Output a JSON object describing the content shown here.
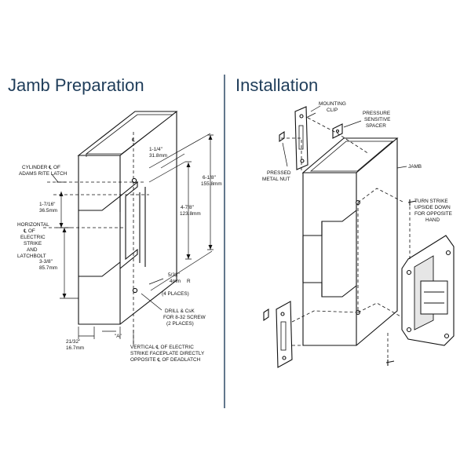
{
  "titles": {
    "left": "Jamb Preparation",
    "right": "Installation"
  },
  "colors": {
    "title": "#1f3d5a",
    "divider": "#1f3d5a",
    "line": "#111111"
  },
  "jamb_labels": {
    "cylinder": [
      "CYLINDER ℄ OF",
      "ADAMS RITE LATCH"
    ],
    "dim_1_7_16": [
      "1-7/16\"",
      "36.5mm"
    ],
    "horizontal": [
      "HORIZONTAL",
      "℄ OF",
      "ELECTRIC",
      "STRIKE",
      "AND",
      "LATCHBOLT"
    ],
    "dim_3_3_8": [
      "3-3/8\"",
      "85.7mm"
    ],
    "dim_21_32": [
      "21/32\"",
      "16.7mm"
    ],
    "dim_a": "\"A\"",
    "vertical": [
      "VERTICAL ℄ OF ELECTRIC",
      "STRIKE FACEPLATE DIRECTLY",
      "OPPOSITE ℄ OF DEADLATCH"
    ],
    "dim_1_1_4": [
      "1-1/4\"",
      "31.8mm"
    ],
    "dim_6_1_8": [
      "6-1/8\"",
      "155.8mm"
    ],
    "dim_4_7_8": [
      "4-7/8\"",
      "123.8mm"
    ],
    "dim_5_32": [
      "5/32\"",
      "4mm",
      "R",
      "(4 PLACES)"
    ],
    "drill": [
      "DRILL & CsK",
      "FOR 8-32 SCREW",
      "(2 PLACES)"
    ],
    "cl_mark": "℄"
  },
  "install_labels": {
    "mounting_clip": [
      "MOUNTING",
      "CLIP"
    ],
    "pressure_spacer": [
      "PRESSURE",
      "SENSITIVE",
      "SPACER"
    ],
    "pressed_nut": [
      "PRESSED",
      "METAL NUT"
    ],
    "jamb": "JAMB",
    "turn_strike": [
      "TURN STRIKE",
      "UPSIDE DOWN",
      "FOR OPPOSITE",
      "HAND"
    ]
  }
}
